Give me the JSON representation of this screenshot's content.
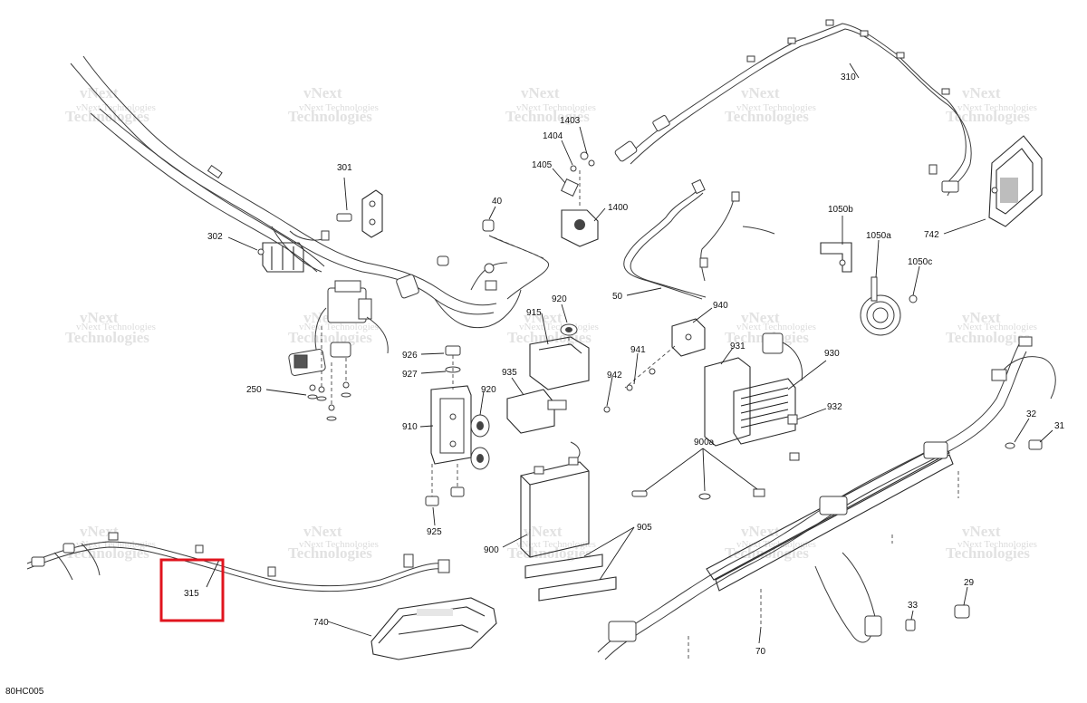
{
  "diagram": {
    "reference_code": "80HC005",
    "watermark_line1": "vNext",
    "watermark_line2": "Technologies",
    "watermark_full": "vNext Technologies",
    "highlight_color": "#e0141e",
    "callouts": {
      "c29": "29",
      "c30a": "301",
      "c302": "302",
      "c250": "250",
      "c40": "40",
      "c1403": "1403",
      "c1404": "1404",
      "c1405": "1405",
      "c1400": "1400",
      "c310": "310",
      "c742": "742",
      "c1050b": "1050b",
      "c1050a": "1050a",
      "c1050c": "1050c",
      "c50": "50",
      "c920a": "920",
      "c915": "915",
      "c940": "940",
      "c926": "926",
      "c927": "927",
      "c910": "910",
      "c920b": "920",
      "c935": "935",
      "c941": "941",
      "c942": "942",
      "c931": "931",
      "c930": "930",
      "c932": "932",
      "c32": "32",
      "c31": "31",
      "c900a": "900a",
      "c925": "925",
      "c900": "900",
      "c905": "905",
      "c315": "315",
      "c740": "740",
      "c33": "33",
      "c70": "70"
    }
  }
}
